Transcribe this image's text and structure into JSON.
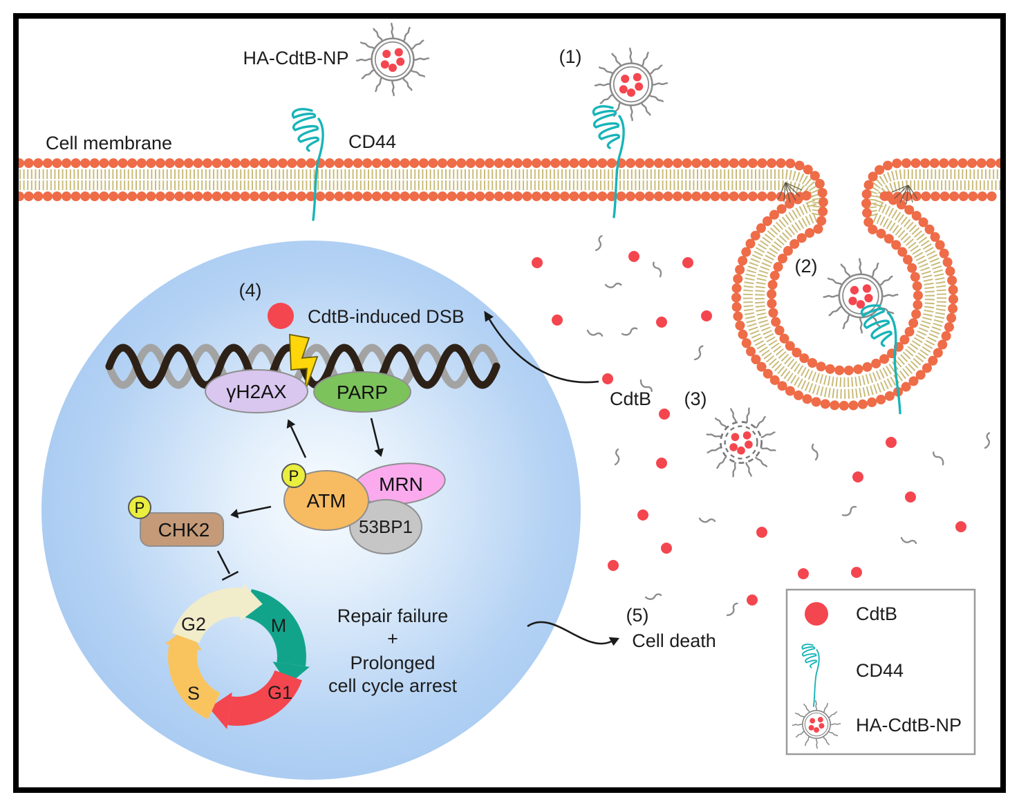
{
  "figure": {
    "type": "mechanism-diagram",
    "labels": {
      "np_top": "HA-CdtB-NP",
      "cell_membrane": "Cell membrane",
      "cd44": "CD44",
      "cdtb_free": "CdtB",
      "dsb": "CdtB-induced DSB",
      "cell_death": "Cell death",
      "steps": {
        "s1": "(1)",
        "s2": "(2)",
        "s3": "(3)",
        "s4": "(4)",
        "s5": "(5)"
      }
    },
    "nucleus": {
      "proteins": {
        "h2ax": "γH2AX",
        "parp": "PARP",
        "atm": "ATM",
        "mrn": "MRN",
        "bp1": "53BP1",
        "chk2": "CHK2",
        "phospho": "P"
      },
      "cell_cycle": {
        "g2": "G2",
        "m": "M",
        "g1": "G1",
        "s": "S"
      },
      "outcome": [
        "Repair failure",
        "+",
        "Prolonged",
        "cell cycle arrest"
      ]
    },
    "legend": {
      "items": [
        {
          "icon": "cdtb-dot",
          "label": "CdtB"
        },
        {
          "icon": "cd44-receptor",
          "label": "CD44"
        },
        {
          "icon": "ha-cdtb-np",
          "label": "HA-CdtB-NP"
        }
      ]
    },
    "colors": {
      "membrane_head": "#ee6c48",
      "membrane_tail": "#cabb79",
      "nucleus_fill": "#a5c8f1",
      "cdtb_red": "#f4464f",
      "cd44_teal": "#17b4b8",
      "np_gray": "#8a8a8a",
      "h2ax": "#d9c7ef",
      "parp": "#7cc35c",
      "atm": "#f7bb62",
      "mrn": "#fbaaee",
      "bp1": "#c6c6c6",
      "chk2": "#c49a78",
      "phospho": "#e9ee3f",
      "cycle_g2": "#f1ecca",
      "cycle_m": "#12a48b",
      "cycle_g1": "#f4464f",
      "cycle_s": "#f9c45e",
      "dna_dark": "#2d2117",
      "dna_gray": "#a3a3a3",
      "bolt": "#ffd60a"
    }
  }
}
